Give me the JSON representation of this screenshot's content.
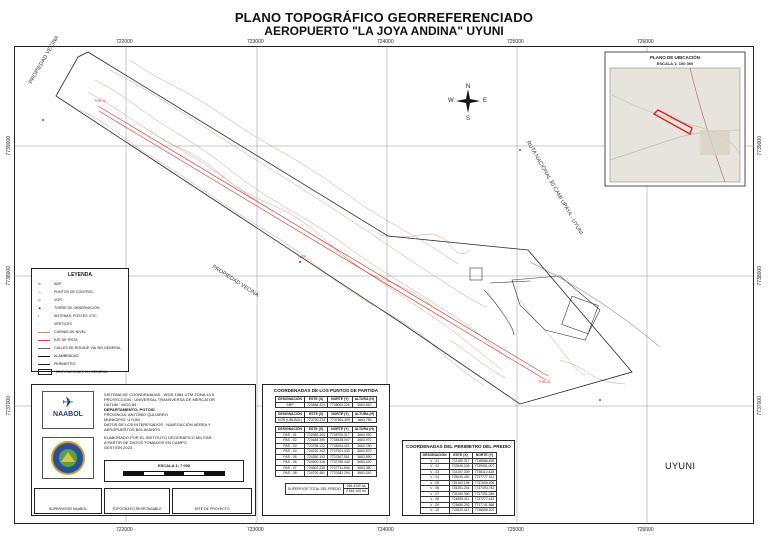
{
  "title": {
    "line1": "PLANO TOPOGRÁFICO GEORREFERENCIADO",
    "line2": "AEROPUERTO  \"LA JOYA ANDINA\" UYUNI"
  },
  "coords": {
    "top": [
      "722000",
      "723000",
      "724000",
      "725000",
      "726000"
    ],
    "bottom": [
      "722000",
      "723000",
      "724000",
      "725000",
      "726000"
    ],
    "left": [
      "7739000",
      "7738000",
      "7737000"
    ],
    "right": [
      "7739000",
      "7738000",
      "7737000"
    ]
  },
  "compass": {
    "n": "N",
    "s": "S",
    "e": "E",
    "w": "W"
  },
  "map_labels": {
    "propiedad_1": "PROPIEDAD VECINA",
    "propiedad_2": "PROPIEDAD VECINA",
    "ruta": "RUTA NACIONAL 30 CAMI UPAYA - UYUNI",
    "arp": "ARP",
    "thr1": "THR 10",
    "thr2": "THR 28"
  },
  "location_map": {
    "title": "PLANO DE UBICACIÓN",
    "scale": "ESCALA 1: 100 000"
  },
  "legend": {
    "title": "LEYENDA",
    "items": [
      "ARP",
      "PUNTOS DE CONTROL",
      "VOR",
      "TORRE DE OBSERVACIÓN",
      "ANTENAS, POSTES, ETC.",
      "VÉRTICES",
      "CURVAS DE NIVEL",
      "EJE DE PISTA",
      "CALLES DE RODAJE VÍA SIN GENERAL",
      "ALAMBRADAS",
      "PERIMETRO",
      "EDIFICACIONES EN GENERAL"
    ]
  },
  "info": {
    "logo_text": "NAABOL",
    "lines": [
      "SISTEMA DE COORDENADAS : WGS 1984 UTM ZONA 19 S",
      "PROYECCION : UNIVERSAL TRANSVERSA DE MERCATOR",
      "DATUM : WGS 84",
      "DEPARTAMENTO: POTOSÍ",
      "PROVINCIA: ANTONIO QUIJARRO",
      "MUNICIPIO: UYUNI",
      "DATOS DE LOS INTERESADOS : NAVEGACIÓN AÉREA Y",
      "AEROPUERTOS BOLIVIANOS",
      "",
      "ELABORADO POR EL INSTITUTO GEOGRÁFICO MILITAR,",
      "A PARTIR DE DATOS TOMADOS EN CAMPO",
      "GESTIÓN 2023"
    ],
    "scale_label": "ESCALA 1: 7 000",
    "signatures": [
      "SUPERVISOR NAABOL",
      "TOPÓGRAFO RESPONSABLE",
      "JEFE DE PROYECTO"
    ]
  },
  "table1": {
    "title": "COORDENADAS DE LOS PUNTOS DE PARTIDA",
    "headers": [
      "DESIGNACIÓN",
      "ESTE (X)",
      "NORTE (Y)",
      "ALTURA (H)"
    ],
    "group1": [
      [
        "ARP",
        "723486.424",
        "7738002.226",
        "3663.810"
      ]
    ],
    "group2": [
      [
        "VOR (UNI-BOL)",
        "723790.233",
        "7737561.409",
        "3663.780"
      ]
    ],
    "group3": [
      [
        "PAS - 01",
        "722985.344",
        "7738790.317",
        "3664.090"
      ],
      [
        "PAS - 02",
        "723486.395",
        "7738445.007",
        "3663.970"
      ],
      [
        "PAS - 03",
        "723798.122",
        "7738154.421",
        "3663.750"
      ],
      [
        "PAS - 04",
        "724220.342",
        "7737921.433",
        "3663.570"
      ],
      [
        "PAS - 05",
        "724350.193",
        "7737867.551",
        "3663.590"
      ],
      [
        "PAS - 06",
        "724500.318",
        "7737780.440",
        "3663.420"
      ],
      [
        "PAS - 07",
        "724602.235",
        "7737731.506",
        "3663.350"
      ],
      [
        "PAS - 08",
        "724700.461",
        "7737682.294",
        "3663.310"
      ]
    ],
    "foot_label": "SUPERFICIE TOTAL DEL PREDIO",
    "foot_values": [
      "266.4100 ha",
      "2 664 100 m²"
    ]
  },
  "table2": {
    "title": "COORDENADAS DEL PERIMETRO DEL PREDIO",
    "headers": [
      "DESIGNACIÓN",
      "ESTE (X)",
      "NORTE (Y)"
    ],
    "rows": [
      [
        "V - 01",
        "722189.317",
        "7738986.469"
      ],
      [
        "V - 02",
        "722845.245",
        "7739081.007"
      ],
      [
        "V - 03",
        "724197.339",
        "7738112.438"
      ],
      [
        "V - 04",
        "725040.492",
        "7737777.313"
      ],
      [
        "V - 05",
        "725163.196",
        "7737659.406"
      ],
      [
        "V - 06",
        "725251.244",
        "7737493.742"
      ],
      [
        "V - 07",
        "725150.390",
        "7737351.289"
      ],
      [
        "V - 08",
        "724895.411",
        "7737277.442"
      ],
      [
        "V - 09",
        "723685.292",
        "7737741.568"
      ],
      [
        "V - 10",
        "722620.411",
        "7738558.202"
      ]
    ]
  },
  "place_label": "UYUNI",
  "colors": {
    "runway": "#d04040",
    "contour": "#b07060",
    "grid": "#555555",
    "perimeter": "#222222",
    "location_highlight": "#e02020"
  }
}
